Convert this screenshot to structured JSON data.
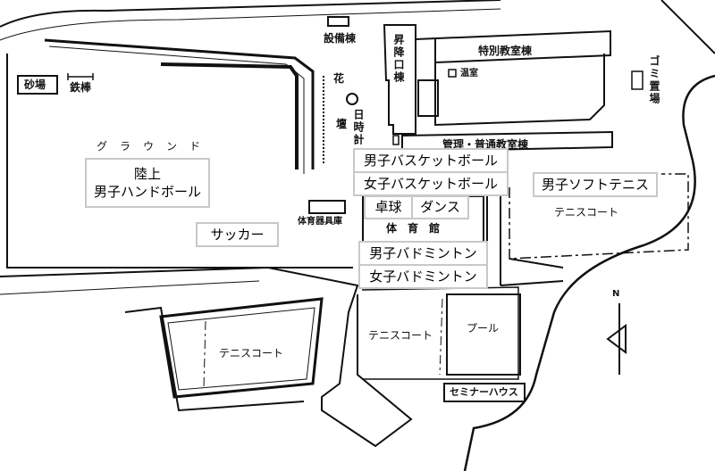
{
  "map_labels": {
    "sandpit": "砂場",
    "iron_bar": "鉄棒",
    "ground": "グラウンド",
    "facility_building": "設備棟",
    "entrance_building": "昇降口棟",
    "special_classroom_building": "特別教室棟",
    "greenhouse": "温室",
    "garbage_area": "ゴミ置場",
    "flowerbed_1": "花",
    "flowerbed_2": "壇",
    "sundial": "日時計",
    "admin_building": "管理・普通教室棟",
    "equipment_storage": "体育器具庫",
    "gymnasium": "体育館",
    "tennis_court_east": "テニスコート",
    "tennis_court_center": "テニスコート",
    "tennis_court_west": "テニスコート",
    "pool": "プール",
    "seminar_house": "セミナーハウス",
    "north": "N"
  },
  "club_boxes": {
    "track_handball": [
      "陸上",
      "男子ハンドボール"
    ],
    "soccer": "サッカー",
    "boys_basketball": "男子バスケットボール",
    "girls_basketball": "女子バスケットボール",
    "table_tennis": "卓球",
    "dance": "ダンス",
    "boys_soft_tennis": "男子ソフトテニス",
    "boys_badminton": "男子バドミントン",
    "girls_badminton": "女子バドミントン"
  }
}
